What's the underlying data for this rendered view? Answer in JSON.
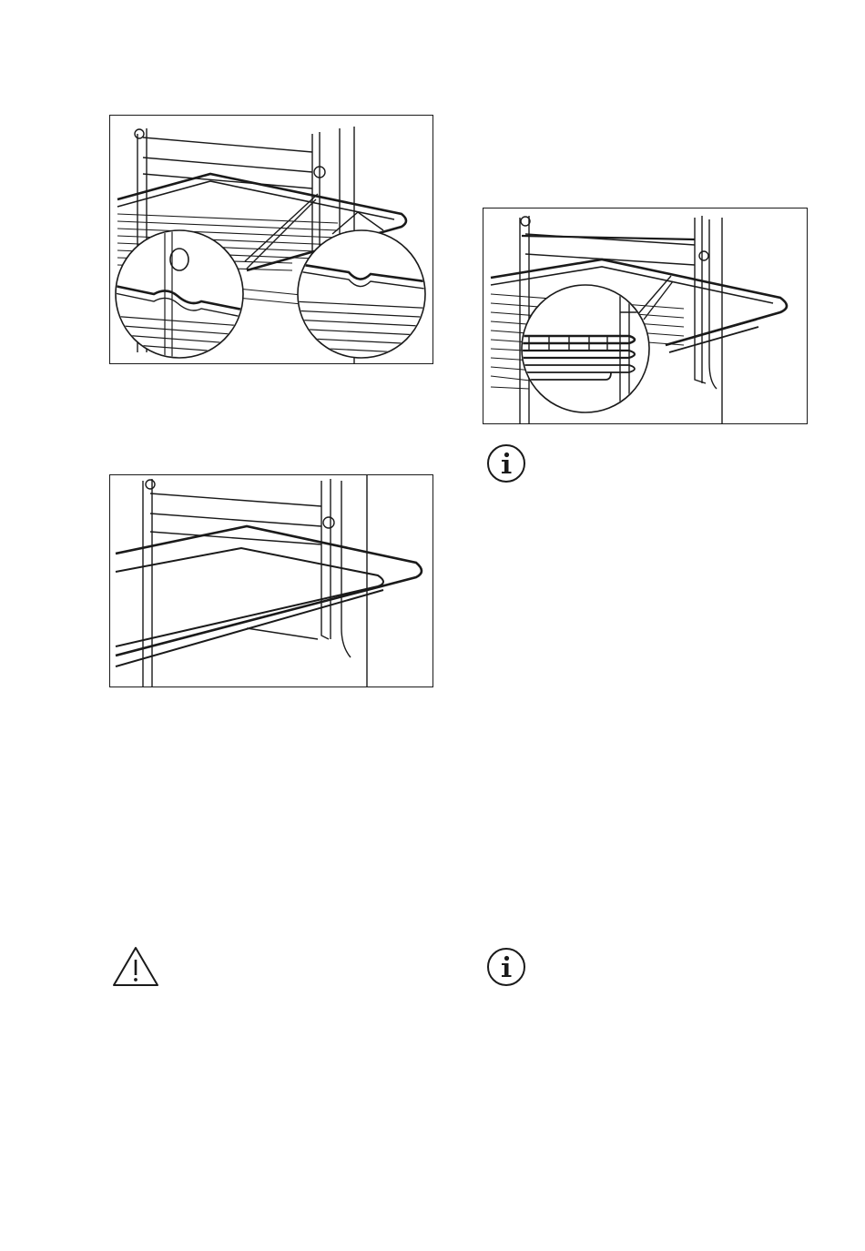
{
  "figures": [
    {
      "id": "fig-grid-shelf-insert",
      "icon": "oven-wire-shelf-illustration"
    },
    {
      "id": "fig-tray-insert",
      "icon": "oven-baking-tray-illustration"
    },
    {
      "id": "fig-grid-shelf-telescopic",
      "icon": "oven-shelf-runner-illustration"
    }
  ],
  "notes": [
    {
      "type": "information",
      "icon": "info-icon"
    },
    {
      "type": "warning",
      "icon": "warning-icon"
    },
    {
      "type": "information",
      "icon": "info-icon"
    }
  ]
}
